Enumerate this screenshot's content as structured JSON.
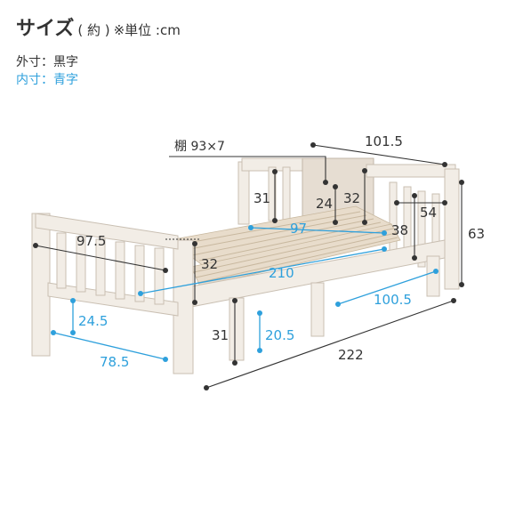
{
  "header": {
    "title": "サイズ",
    "approx": "( 約 )",
    "unit": "※単位 :cm"
  },
  "legend": {
    "outer": "外寸：黒字",
    "inner": "内寸：青字"
  },
  "colors": {
    "outer_text": "#333333",
    "inner_text": "#2ea0dc",
    "wood": "#f2ede6",
    "slat": "#e8dccb"
  },
  "dimensions": {
    "shelf": "棚 93×7",
    "width_top": "101.5",
    "height_total": "63",
    "head_height_left": "31",
    "head_inner_24": "24",
    "head_inner_32": "32",
    "panel_54": "54",
    "panel_38": "38",
    "inner_width_97": "97",
    "foot_width_97_5": "97.5",
    "foot_height_32": "32",
    "inner_length_210": "210",
    "leg_inner_24_5": "24.5",
    "foot_inner_78_5": "78.5",
    "under_31": "31",
    "under_inner_20_5": "20.5",
    "side_inner_100_5": "100.5",
    "length_222": "222"
  }
}
